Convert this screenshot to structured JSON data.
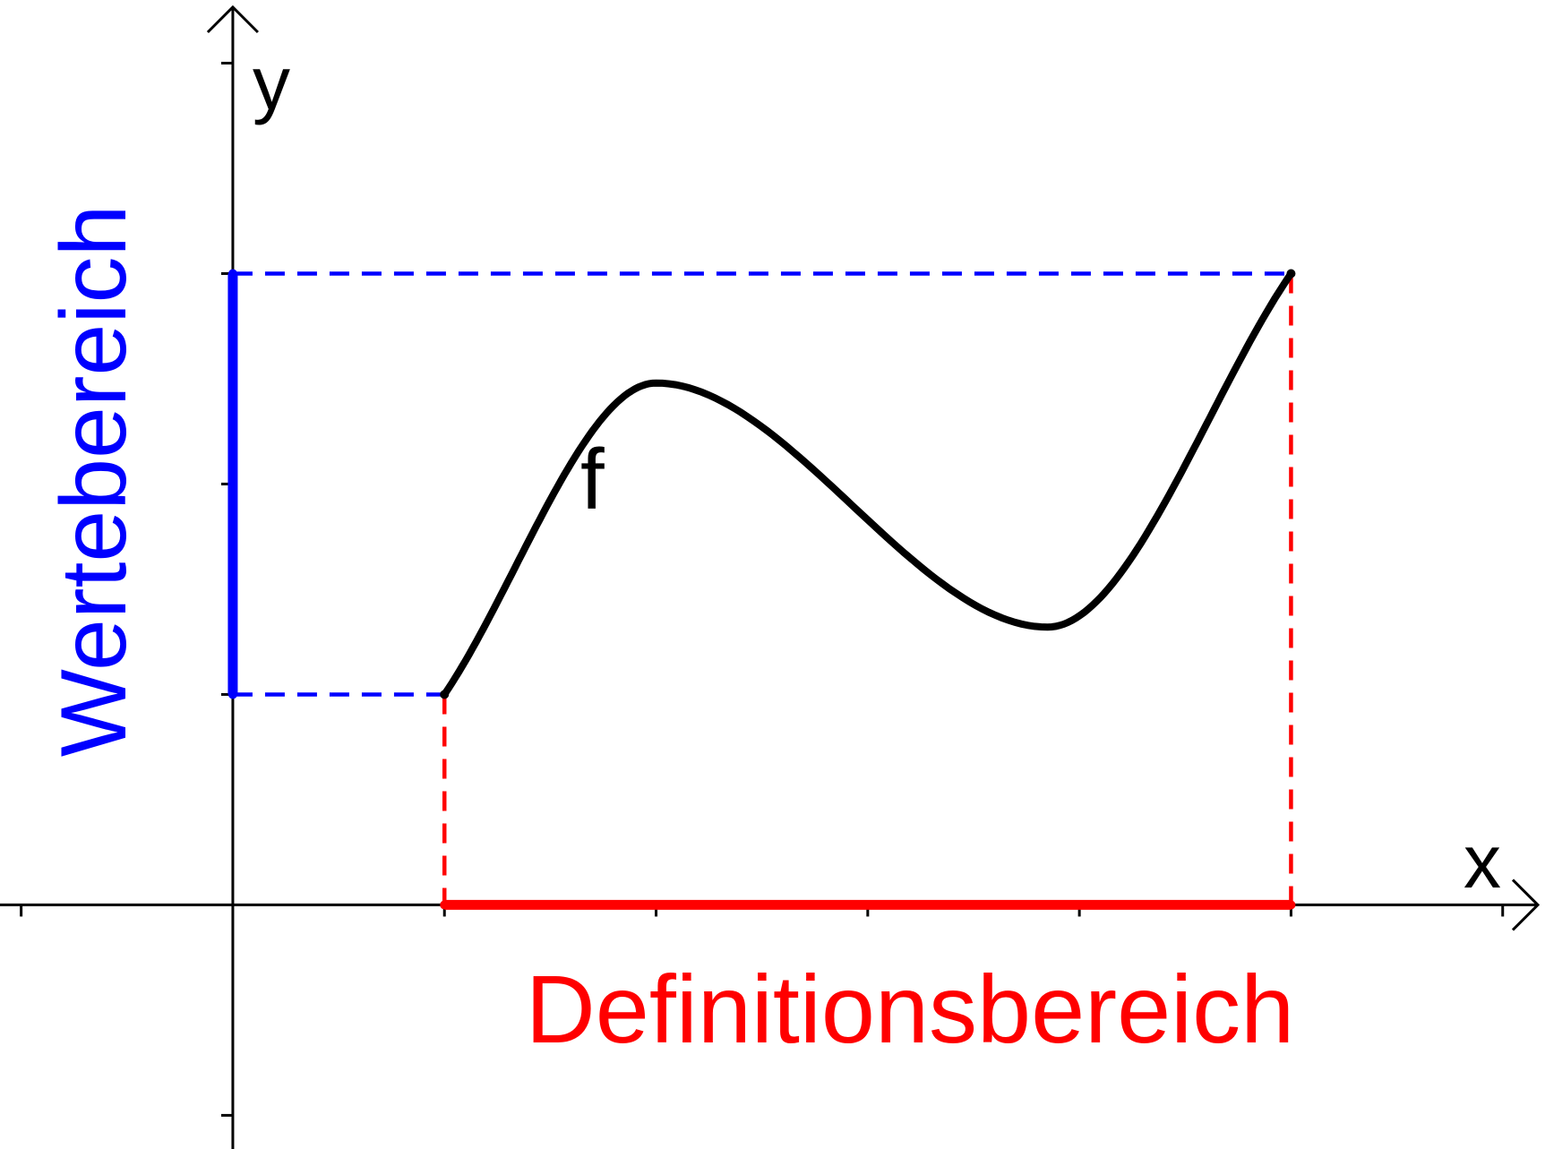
{
  "labels": {
    "y_axis": "y",
    "x_axis": "x",
    "function": "f",
    "range": "Wertebereich",
    "domain": "Definitionsbereich"
  },
  "colors": {
    "range": "#0000ff",
    "domain": "#ff0000",
    "curve": "#000000",
    "axes": "#000000"
  },
  "chart_data": {
    "type": "line",
    "x_ticks": [
      -1,
      0,
      1,
      2,
      3,
      4,
      5,
      6
    ],
    "y_ticks": [
      -1,
      0,
      1,
      2,
      3,
      4
    ],
    "xlim": [
      -1.1,
      6.2
    ],
    "ylim": [
      -1.16,
      4.3
    ],
    "function_domain": [
      1,
      5
    ],
    "function_range": [
      1,
      3
    ],
    "function_points": [
      [
        1,
        1
      ],
      [
        2,
        2.48
      ],
      [
        3.85,
        1.32
      ],
      [
        5,
        3
      ]
    ]
  }
}
